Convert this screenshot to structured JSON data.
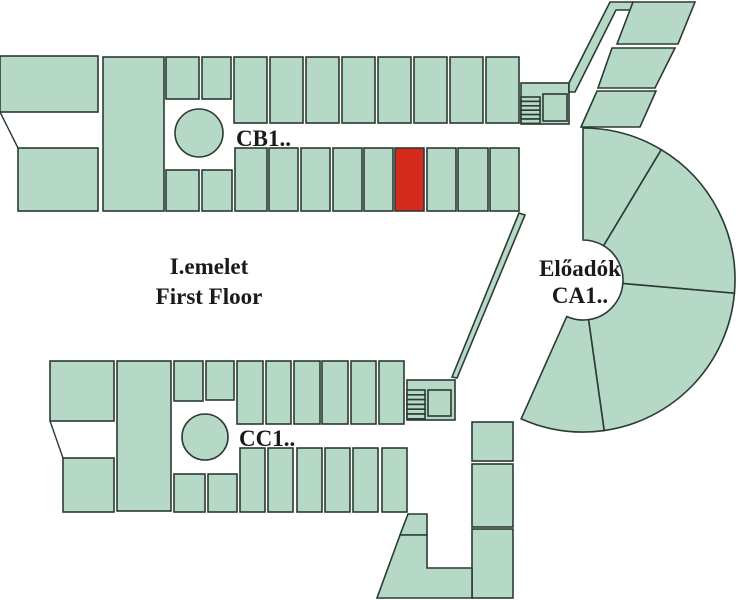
{
  "floor": {
    "name_hu": "I.emelet",
    "name_en": "First Floor"
  },
  "wings": {
    "cb": {
      "label": "CB1.."
    },
    "cc": {
      "label": "CC1.."
    },
    "ca": {
      "label_top": "Előadók",
      "label_bottom": "CA1.."
    }
  },
  "highlighted_room": "cb-bottom-6",
  "colors": {
    "room_fill": "#b5d9c6",
    "outline": "#2b3a33",
    "highlight": "#d42a1c",
    "background": "#ffffff"
  }
}
